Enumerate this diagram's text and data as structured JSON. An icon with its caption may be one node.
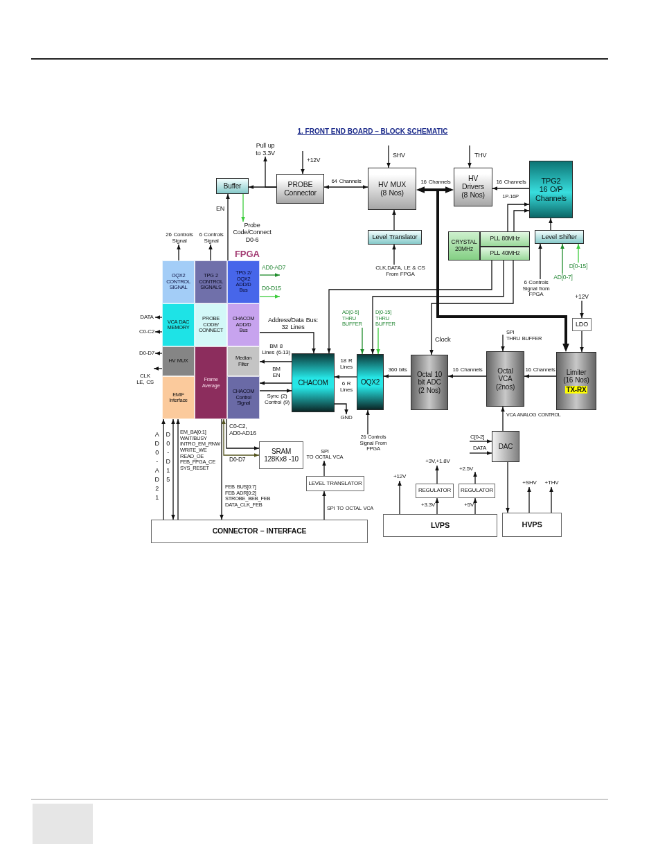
{
  "diagram": {
    "title": "1. FRONT END BOARD – BLOCK SCHEMATIC",
    "nodes": [
      {
        "text": [
          "Buffer"
        ]
      },
      {
        "text": [
          "PROBE Connector"
        ]
      },
      {
        "text": [
          "HV MUX (8 Nos)"
        ]
      },
      {
        "text": [
          "HV Drivers (8 Nos)"
        ]
      },
      {
        "text": [
          "TPG2 16 O/P Channels"
        ]
      },
      {
        "text": [
          "Level Translator"
        ]
      },
      {
        "text": [
          "CRYSTAL 20MHz"
        ]
      },
      {
        "text": [
          "PLL 80MHz"
        ]
      },
      {
        "text": [
          "PLL 40MHz"
        ]
      },
      {
        "text": [
          "Level Shifter"
        ]
      },
      {
        "text": [
          "FPGA"
        ]
      },
      {
        "text": [
          "OQX2 CONTROL SIGNAL"
        ],
        "in": 10
      },
      {
        "text": [
          "TPG 2 CONTROL SIGNALS"
        ],
        "in": 10
      },
      {
        "text": [
          "TPG 2/ OQX2 ADD/D Bus"
        ],
        "in": 10
      },
      {
        "text": [
          "VCA DAC MEMORY"
        ],
        "in": 10
      },
      {
        "text": [
          "PROBE CODE/ CONNECT"
        ],
        "in": 10
      },
      {
        "text": [
          "CHACOM ADD/D Bus"
        ],
        "in": 10
      },
      {
        "text": [
          "HV MUX"
        ],
        "in": 10
      },
      {
        "text": [
          "Frame Average"
        ],
        "in": 10
      },
      {
        "text": [
          "Median Filter"
        ],
        "in": 10
      },
      {
        "text": [
          "EMIF Interface"
        ],
        "in": 10
      },
      {
        "text": [
          "CHACOM Control Signal"
        ],
        "in": 10
      },
      {
        "text": [
          "CHACOM"
        ]
      },
      {
        "text": [
          "OQX2"
        ]
      },
      {
        "text": [
          "Octal 10 bit ADC (2 Nos)"
        ]
      },
      {
        "text": [
          "Octal VCA (2nos)"
        ]
      },
      {
        "text": [
          "Limiter (16 Nos)",
          "TX-RX"
        ]
      },
      {
        "text": [
          "LDO"
        ]
      },
      {
        "text": [
          "SRAM 128Kx8 -10"
        ]
      },
      {
        "text": [
          "LEVEL TRANSLATOR"
        ]
      },
      {
        "text": [
          "CONNECTOR – INTERFACE"
        ]
      },
      {
        "text": [
          "DAC"
        ]
      },
      {
        "text": [
          "REGULATOR"
        ]
      },
      {
        "text": [
          "REGULATOR"
        ]
      },
      {
        "text": [
          "LVPS"
        ]
      },
      {
        "text": [
          "HVPS"
        ]
      },
      {
        "text": [
          "Pull up to 3.3V"
        ]
      },
      {
        "text": [
          "Probe Code/Connect D0-6"
        ]
      },
      {
        "text": [
          "26 Controls Signal"
        ]
      },
      {
        "text": [
          "6 Controls Signal"
        ]
      },
      {
        "text": [
          "CLK,DATA, LE & CS From FPGA"
        ]
      },
      {
        "text": [
          "6 Controls Signal from FPGA"
        ]
      },
      {
        "text": [
          "AD[0-7]"
        ]
      },
      {
        "text": [
          "D[0-15]"
        ]
      },
      {
        "text": [
          "DATA"
        ]
      },
      {
        "text": [
          "C0-C2"
        ]
      },
      {
        "text": [
          "D0-D7"
        ]
      },
      {
        "text": [
          "AD[0-5] THRU BUFFER"
        ]
      },
      {
        "text": [
          "D[0-15] THRU BUFFER"
        ]
      },
      {
        "text": [
          "GND"
        ]
      },
      {
        "text": [
          "26 Controls Signal From FPGA"
        ]
      },
      {
        "text": [
          "+12V"
        ]
      },
      {
        "text": [
          "SPI TO OCTAL VCA"
        ]
      },
      {
        "text": [
          "+3V,+1.8V"
        ]
      },
      {
        "text": [
          "+12V"
        ]
      },
      {
        "text": [
          "+SHV"
        ]
      },
      {
        "text": [
          "+THV"
        ]
      },
      {
        "text": [
          "CLK LE, CS"
        ]
      }
    ],
    "edges": [
      {
        "from": 1,
        "to": 0,
        "arrow": "to"
      },
      {
        "from": 1,
        "to": 36,
        "arrow": "to"
      },
      {
        "from": null,
        "to": 1,
        "arrow": "to",
        "label": "+12V"
      },
      {
        "from": 1,
        "to": 2,
        "arrow": "both",
        "label": "64 Channels"
      },
      {
        "from": null,
        "to": 2,
        "arrow": "to",
        "label": "SHV"
      },
      {
        "from": null,
        "to": 3,
        "arrow": "to",
        "label": "THV"
      },
      {
        "from": 2,
        "to": 3,
        "arrow": "both",
        "label": "16 Channels",
        "style": "thick"
      },
      {
        "from": 4,
        "to": 3,
        "arrow": "to",
        "label": "16 Channels"
      },
      {
        "from": 7,
        "to": 4,
        "arrow": "to",
        "label": "1P-16P"
      },
      {
        "from": 7,
        "to": 4,
        "arrow": "to"
      },
      {
        "from": 9,
        "to": 4,
        "arrow": "to"
      },
      {
        "from": 41,
        "to": 9,
        "arrow": "to"
      },
      {
        "from": 42,
        "to": 9,
        "arrow": "to",
        "color": "#1e8c2a"
      },
      {
        "from": 43,
        "to": 9,
        "arrow": "to",
        "color": "#3ccc3c"
      },
      {
        "from": 5,
        "to": 2,
        "arrow": "to"
      },
      {
        "from": 40,
        "to": 5,
        "arrow": "to"
      },
      {
        "from": 13,
        "to": 0,
        "arrow": "to",
        "label": "EN"
      },
      {
        "from": 0,
        "to": 37,
        "arrow": "to",
        "color": "#3ccc3c"
      },
      {
        "from": 11,
        "to": 38,
        "arrow": "to"
      },
      {
        "from": 12,
        "to": 39,
        "arrow": "to"
      },
      {
        "from": 13,
        "to": null,
        "arrow": "to",
        "label": "AD0-AD7",
        "color": "#1e8c2a"
      },
      {
        "from": 13,
        "to": null,
        "arrow": "to",
        "label": "D0-D15",
        "color": "#3ccc3c"
      },
      {
        "from": 14,
        "to": 44,
        "arrow": "to"
      },
      {
        "from": 14,
        "to": 45,
        "arrow": "to"
      },
      {
        "from": 17,
        "to": 46,
        "arrow": "to"
      },
      {
        "from": 17,
        "to": 57,
        "arrow": "to"
      },
      {
        "from": 16,
        "to": 22,
        "arrow": "to",
        "label": "Address/Data Bus: 32 Lines"
      },
      {
        "from": 22,
        "to": 19,
        "arrow": "to",
        "label": "BM 8 Lines (6-13)"
      },
      {
        "from": 22,
        "to": 21,
        "arrow": "to",
        "label": "BM EN"
      },
      {
        "from": 21,
        "to": 22,
        "arrow": "to",
        "label": "Sync (2) Control (9)"
      },
      {
        "from": 8,
        "to": 22,
        "arrow": "to"
      },
      {
        "from": 8,
        "to": 23,
        "arrow": "to"
      },
      {
        "from": 8,
        "to": 24,
        "arrow": "to",
        "label": "Clock"
      },
      {
        "from": 2,
        "to": 26,
        "arrow": "both",
        "style": "thick"
      },
      {
        "from": 23,
        "to": 22,
        "arrow": "to",
        "label": "18 R Lines"
      },
      {
        "from": 22,
        "to": 49,
        "arrow": "to"
      },
      {
        "from": 47,
        "to": 23,
        "arrow": "to",
        "color": "#1e8c2a"
      },
      {
        "from": 48,
        "to": 23,
        "arrow": "to",
        "color": "#3ccc3c"
      },
      {
        "from": 50,
        "to": 23,
        "arrow": "to"
      },
      {
        "from": 24,
        "to": 23,
        "arrow": "to",
        "label": "360 bits"
      },
      {
        "from": 25,
        "to": 24,
        "arrow": "to",
        "label": "16 Channels"
      },
      {
        "from": 26,
        "to": 25,
        "arrow": "to",
        "label": "16 Channels"
      },
      {
        "from": null,
        "to": 25,
        "arrow": "to",
        "label": "SPI THRU BUFFER"
      },
      {
        "from": 51,
        "to": 27,
        "arrow": "to"
      },
      {
        "from": 27,
        "to": 26,
        "arrow": "to"
      },
      {
        "from": 31,
        "to": 25,
        "arrow": "to",
        "label": "VCA ANALOG CONTROL"
      },
      {
        "from": null,
        "to": 31,
        "arrow": "to",
        "label": "C[0-2]"
      },
      {
        "from": null,
        "to": 31,
        "arrow": "to",
        "label": "DATA"
      },
      {
        "from": 31,
        "to": 35,
        "arrow": "to"
      },
      {
        "from": 35,
        "to": 55,
        "arrow": "to"
      },
      {
        "from": 35,
        "to": 56,
        "arrow": "to"
      },
      {
        "from": 34,
        "to": 54,
        "arrow": "to"
      },
      {
        "from": 34,
        "to": 32,
        "arrow": "to",
        "label": "+3.3V"
      },
      {
        "from": 32,
        "to": 53,
        "arrow": "to"
      },
      {
        "from": 34,
        "to": 33,
        "arrow": "to",
        "label": "+5V"
      },
      {
        "from": 33,
        "to": null,
        "arrow": "to",
        "label": "+2.5V"
      },
      {
        "from": 30,
        "to": 20,
        "arrow": "to",
        "label": "AD0-AD21"
      },
      {
        "from": 30,
        "to": 20,
        "arrow": "both",
        "label": "D0-D15"
      },
      {
        "from": 30,
        "to": 20,
        "arrow": "to",
        "label": "EM_BA[0:1] WAIT/BUSY INTRO_EM_RNW WRITE_WE READ_OE FEB_FPGA_CE SYS_RESET"
      },
      {
        "from": 18,
        "to": 30,
        "arrow": "to",
        "label": "FEB BUS[0:7] FEB ADR[0:2] STROBE_BEB_FEB DATA_CLK_FEB"
      },
      {
        "from": 18,
        "to": 28,
        "arrow": "to",
        "label": "C0-C2, AD0-AD16"
      },
      {
        "from": 28,
        "to": 18,
        "arrow": "both",
        "label": "D0-D7",
        "color": "#55551f"
      },
      {
        "from": 30,
        "to": 29,
        "arrow": "to",
        "label": "SPI TO OCTAL VCA"
      },
      {
        "from": 29,
        "to": 52,
        "arrow": "to"
      }
    ],
    "labels": [
      "6 R Lines"
    ]
  }
}
